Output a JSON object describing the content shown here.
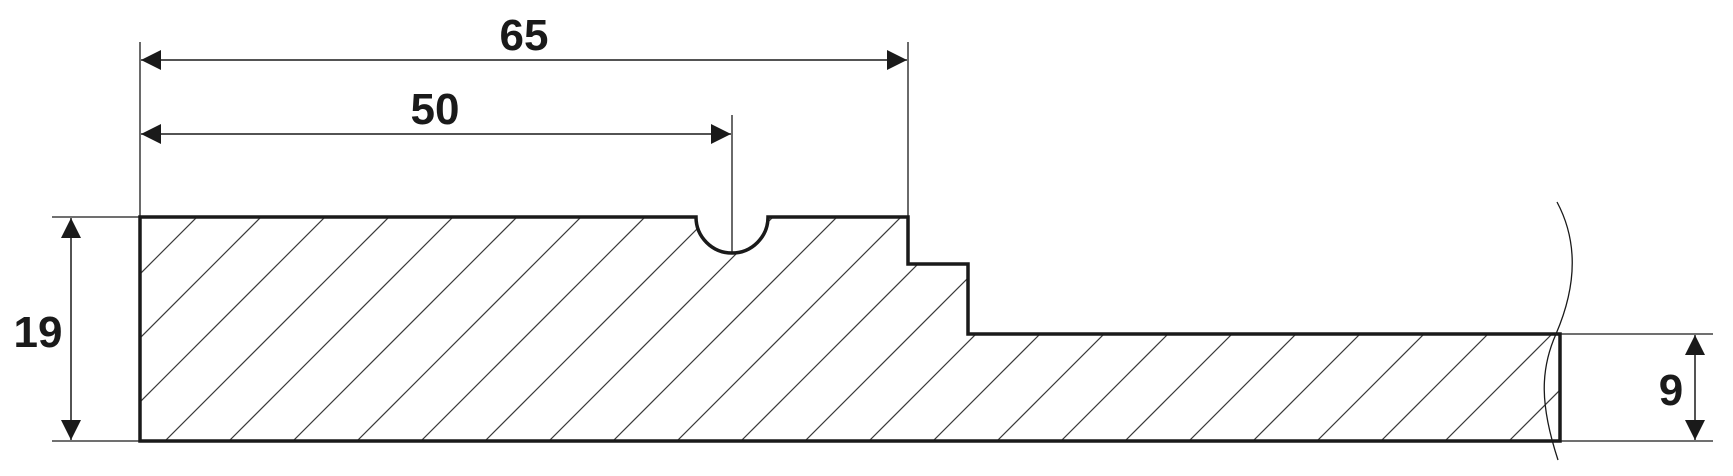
{
  "colors": {
    "outline": "#1a1a1a",
    "hatch": "#3a3a3a",
    "background": "#ffffff"
  },
  "dimensions": {
    "total_width": "65",
    "groove_position": "50",
    "total_height": "19",
    "tongue_height": "9"
  }
}
